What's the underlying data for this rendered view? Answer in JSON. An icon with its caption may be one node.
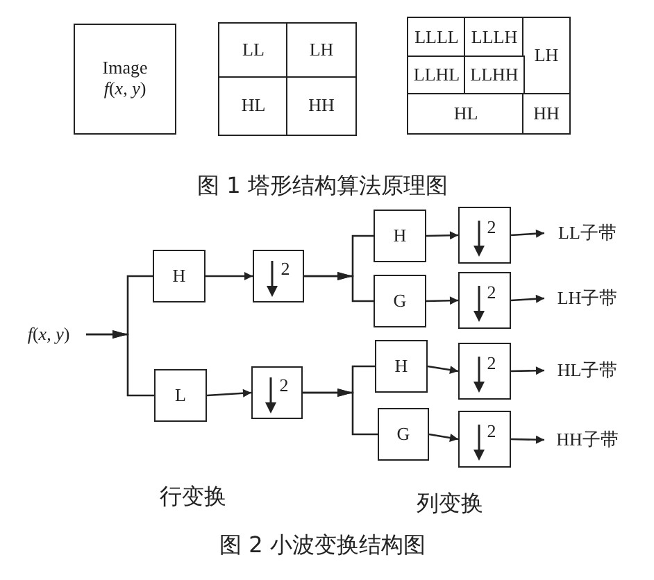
{
  "diagram": {
    "nodes": [
      {
        "text": [
          "Image",
          "*f*(*x*, *y*)"
        ]
      },
      {
        "text": [
          "LL"
        ]
      },
      {
        "text": [
          "LH"
        ]
      },
      {
        "text": [
          "HL"
        ]
      },
      {
        "text": [
          "HH"
        ]
      },
      {
        "text": [
          "LLLL"
        ]
      },
      {
        "text": [
          "LLLH"
        ]
      },
      {
        "text": [
          "LH"
        ]
      },
      {
        "text": [
          "LLHL"
        ]
      },
      {
        "text": [
          "LLHH"
        ]
      },
      {
        "text": [
          "HL"
        ]
      },
      {
        "text": [
          "HH"
        ]
      },
      {
        "text": [
          "*f*(*x*, *y*)"
        ]
      },
      {
        "text": [
          "H"
        ]
      },
      {
        "text": [
          "2"
        ]
      },
      {
        "text": [
          "L"
        ]
      },
      {
        "text": [
          "2"
        ]
      },
      {
        "text": [
          "H"
        ]
      },
      {
        "text": [
          "2"
        ]
      },
      {
        "text": [
          "G"
        ]
      },
      {
        "text": [
          "2"
        ]
      },
      {
        "text": [
          "H"
        ]
      },
      {
        "text": [
          "2"
        ]
      },
      {
        "text": [
          "G"
        ]
      },
      {
        "text": [
          "2"
        ]
      },
      {
        "text": [
          "LL子带"
        ]
      },
      {
        "text": [
          "LH子带"
        ]
      },
      {
        "text": [
          "HL子带"
        ]
      },
      {
        "text": [
          "HH子带"
        ]
      }
    ],
    "edges": [
      {
        "from": 12,
        "to": 13,
        "arrow": "to"
      },
      {
        "from": 12,
        "to": 15,
        "arrow": "to"
      },
      {
        "from": 13,
        "to": 14,
        "arrow": "to"
      },
      {
        "from": 15,
        "to": 16,
        "arrow": "to"
      },
      {
        "from": 14,
        "to": 17,
        "arrow": "to"
      },
      {
        "from": 14,
        "to": 19,
        "arrow": "to"
      },
      {
        "from": 16,
        "to": 21,
        "arrow": "to"
      },
      {
        "from": 16,
        "to": 23,
        "arrow": "to"
      },
      {
        "from": 17,
        "to": 18,
        "arrow": "to"
      },
      {
        "from": 19,
        "to": 20,
        "arrow": "to"
      },
      {
        "from": 21,
        "to": 22,
        "arrow": "to"
      },
      {
        "from": 23,
        "to": 24,
        "arrow": "to"
      },
      {
        "from": 18,
        "to": 25,
        "arrow": "to"
      },
      {
        "from": 20,
        "to": 26,
        "arrow": "to"
      },
      {
        "from": 22,
        "to": 27,
        "arrow": "to"
      },
      {
        "from": 24,
        "to": 28,
        "arrow": "to"
      }
    ],
    "labels": [
      "图 1 塔形结构算法原理图",
      "行变换",
      "列变换",
      "图 2 小波变换结构图"
    ]
  }
}
